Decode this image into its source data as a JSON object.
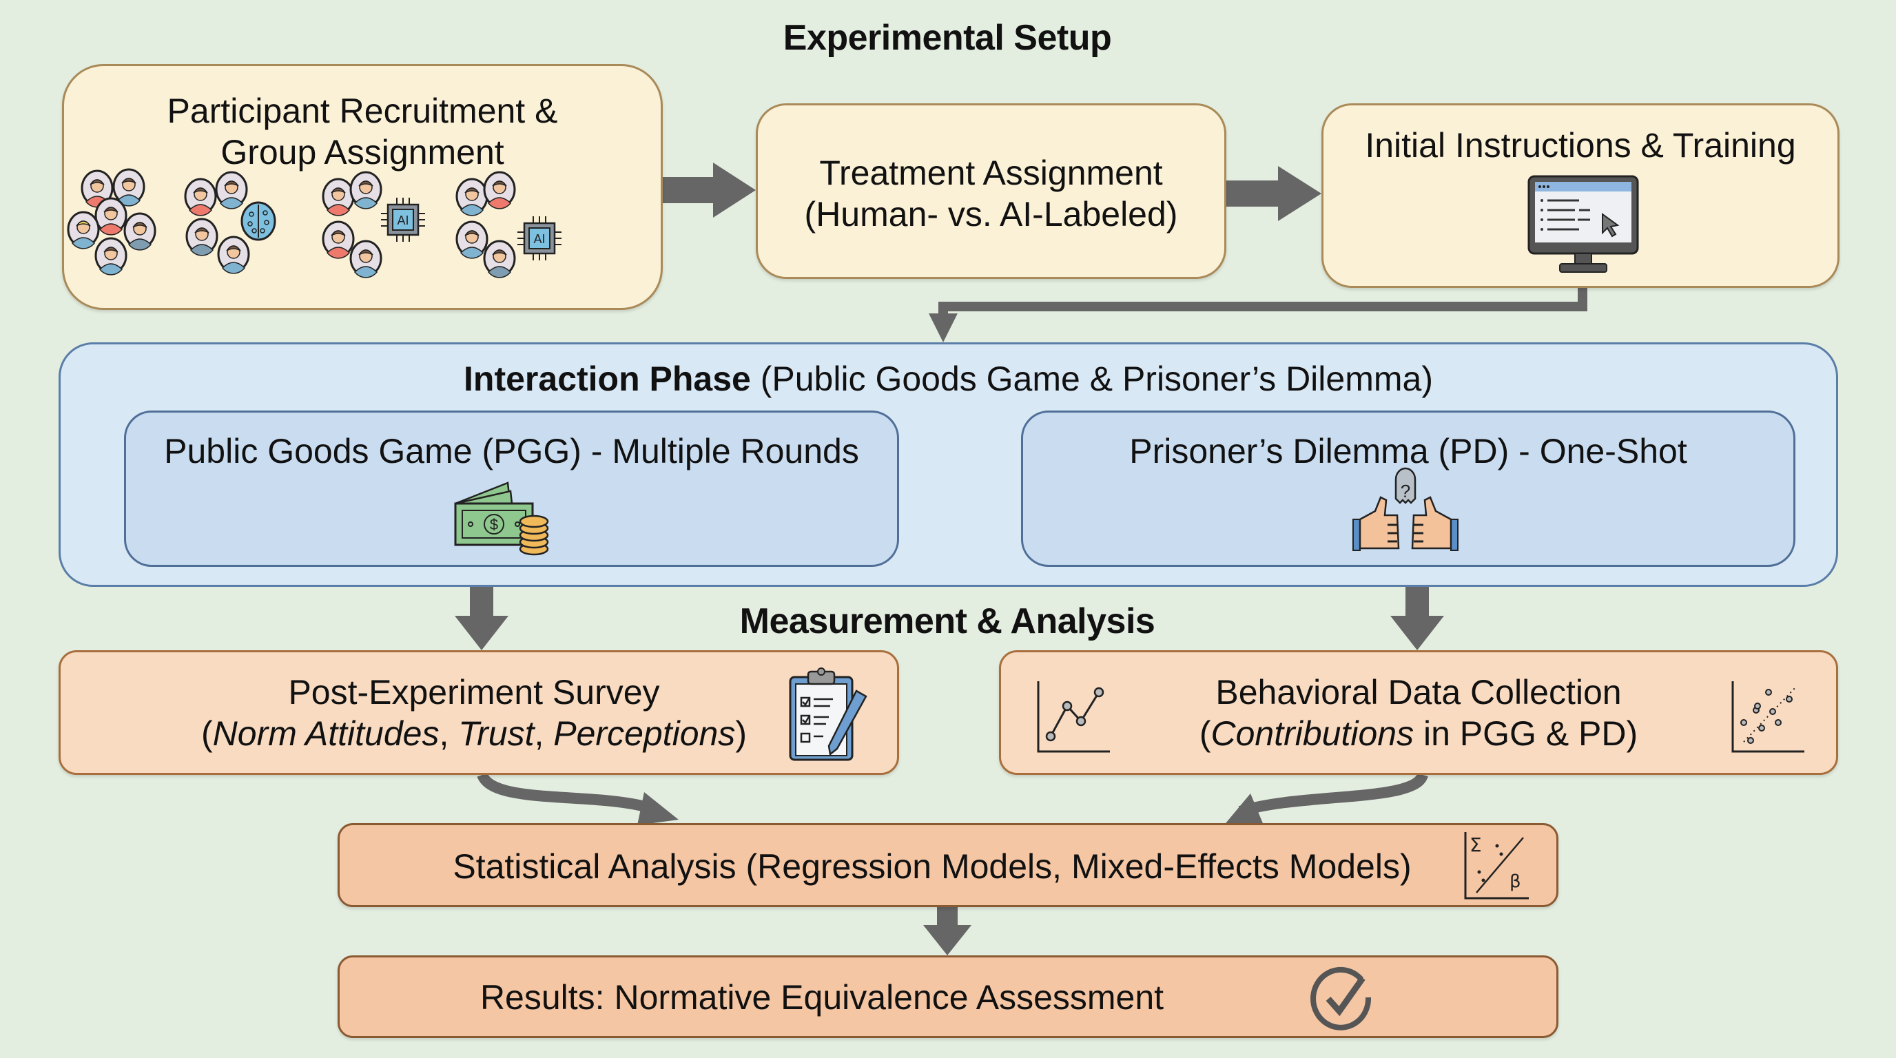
{
  "sections": {
    "setup_title": "Experimental Setup",
    "measurement_title": "Measurement & Analysis"
  },
  "setup": {
    "recruitment": {
      "line1": "Participant Recruitment &",
      "line2": "Group Assignment"
    },
    "treatment": {
      "line1": "Treatment Assignment",
      "line2": "(Human- vs. AI-Labeled)"
    },
    "instructions": {
      "label": "Initial Instructions & Training"
    }
  },
  "groups": [
    {
      "type": "human-only",
      "members": 6
    },
    {
      "type": "human-with-brain-agent",
      "members": 4
    },
    {
      "type": "human-with-ai-chip",
      "members": 4
    },
    {
      "type": "human-with-ai-chip",
      "members": 4
    }
  ],
  "ai_chip_label": "AI",
  "interaction": {
    "title_bold": "Interaction Phase",
    "title_rest": " (Public Goods Game & Prisoner’s Dilemma)",
    "pgg": "Public Goods Game (PGG) - Multiple Rounds",
    "pd": "Prisoner’s Dilemma (PD) - One-Shot",
    "pd_bubble": "?"
  },
  "measurement": {
    "survey": {
      "line1": "Post-Experiment Survey",
      "open": "(",
      "i1": "Norm Attitudes",
      "sep1": ", ",
      "i2": "Trust",
      "sep2": ", ",
      "i3": "Perceptions",
      "close": ")"
    },
    "behavioral": {
      "line1": "Behavioral Data Collection",
      "open": "(",
      "i1": "Contributions",
      "rest": " in PGG & PD)"
    }
  },
  "analysis": {
    "stats": "Statistical Analysis (Regression Models, Mixed-Effects Models)",
    "stats_icon_sigma": "Σ",
    "stats_icon_beta": "β",
    "results": "Results: Normative Equivalence Assessment"
  },
  "colors": {
    "background": "#e4eee0",
    "setup_box": "#fbf1d6",
    "interaction_outer": "#d9e8f5",
    "interaction_inner": "#c9dcf0",
    "measurement_box": "#f9dbc2",
    "analysis_box": "#f5c6a4",
    "arrow": "#666666"
  }
}
